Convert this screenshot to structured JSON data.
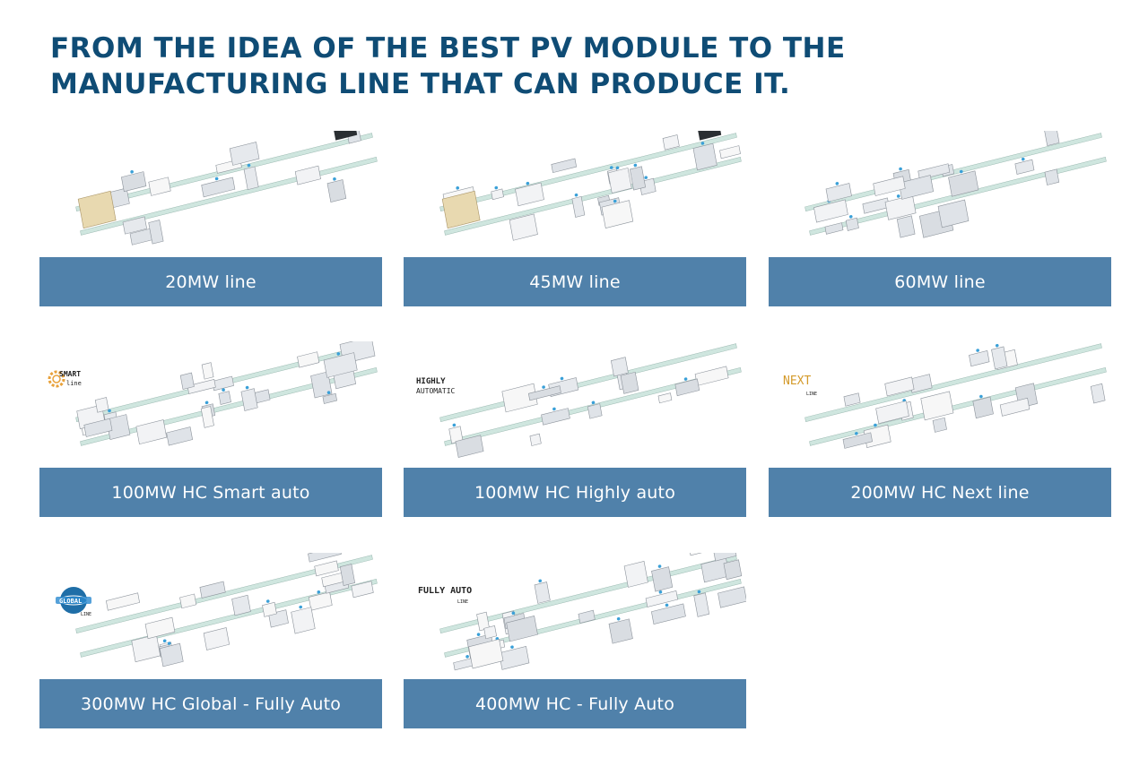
{
  "headline": {
    "line1": "FROM THE IDEA OF THE BEST PV MODULE TO THE",
    "line2": "MANUFACTURING LINE THAT CAN PRODUCE IT."
  },
  "accent_color": "#0f4c75",
  "label_bar_color": "#5081aa",
  "cards": [
    {
      "label": "20MW line",
      "logo": null
    },
    {
      "label": "45MW line",
      "logo": null
    },
    {
      "label": "60MW line",
      "logo": null
    },
    {
      "label": "100MW HC Smart auto",
      "logo": {
        "icon": "smart-line-gear-logo",
        "text1": "SMART",
        "text2": "line"
      }
    },
    {
      "label": "100MW HC Highly auto",
      "logo": {
        "icon": "highly-automatic-logo",
        "text1": "HIGHLY",
        "text2": "AUTOMATIC"
      }
    },
    {
      "label": "200MW HC Next line",
      "logo": {
        "icon": "next-line-logo",
        "text1": "NEXT",
        "text2": "LINE"
      }
    },
    {
      "label": "300MW HC Global - Fully Auto",
      "logo": {
        "icon": "global-line-globe-logo",
        "text1": "GLOBAL",
        "text2": "LINE"
      }
    },
    {
      "label": "400MW HC - Fully Auto",
      "logo": {
        "icon": "fully-auto-logo",
        "text1": "FULLY AUTO",
        "text2": "LINE"
      }
    }
  ]
}
